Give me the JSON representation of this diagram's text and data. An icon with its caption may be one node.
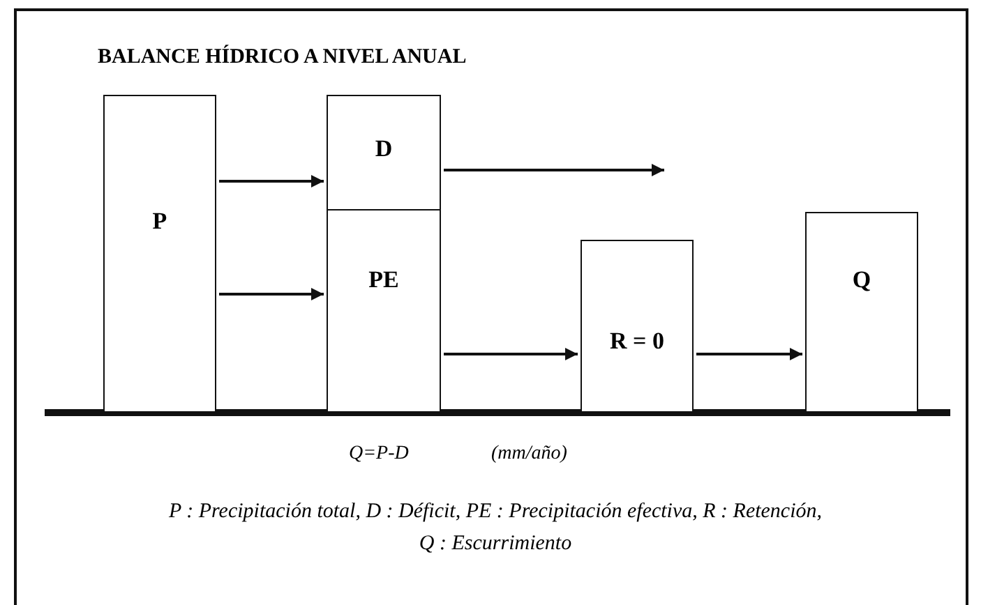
{
  "diagram": {
    "title": "BALANCE HÍDRICO A NIVEL ANUAL",
    "nodes": [
      {
        "text": [
          "P"
        ]
      },
      {
        "text": [
          "D"
        ]
      },
      {
        "text": [
          "PE"
        ]
      },
      {
        "text": [
          "R = 0"
        ]
      },
      {
        "text": [
          "Q"
        ]
      }
    ],
    "edges": [
      {
        "from": 0,
        "to": 1,
        "arrow": "to"
      },
      {
        "from": 0,
        "to": 2,
        "arrow": "to"
      },
      {
        "from": 2,
        "to": 3,
        "arrow": "to"
      },
      {
        "from": 1,
        "to": null,
        "arrow": "to"
      },
      {
        "from": 3,
        "to": 4,
        "arrow": "to"
      }
    ],
    "labels": [
      "Q=P-D",
      "(mm/año)",
      "P : Precipitación total, D : Déficit, PE : Precipitación efectiva, R : Retención, Q : Escurrimiento"
    ]
  }
}
